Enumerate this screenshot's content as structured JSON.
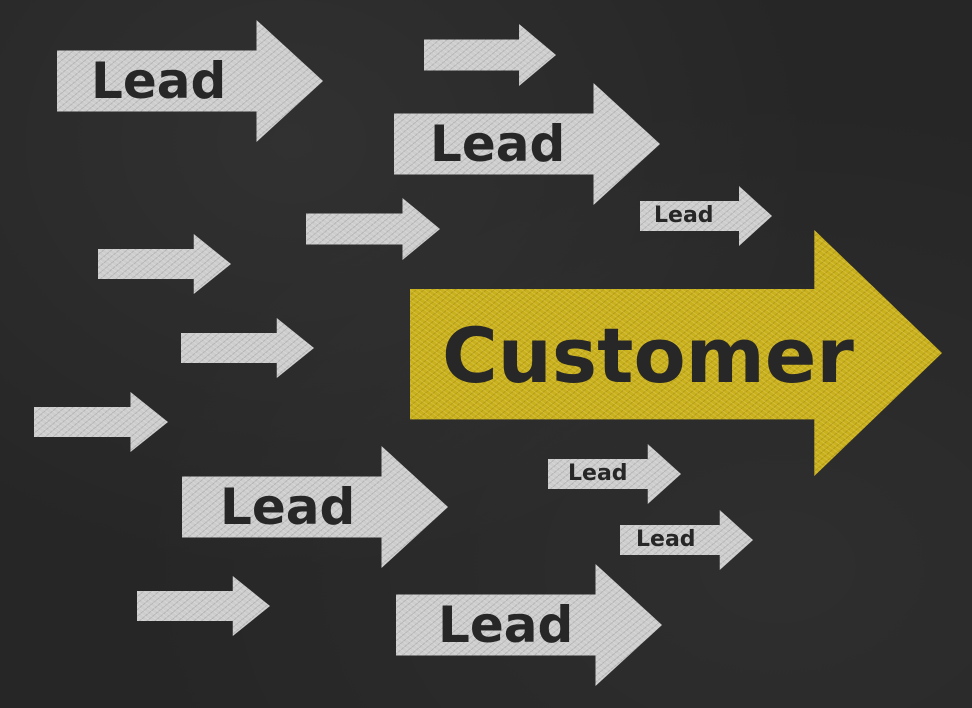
{
  "scene": {
    "background_color": "#262626",
    "chalk_white": "#cdcdcd",
    "chalk_yellow": "#c9b01d",
    "text_color": "#272727"
  },
  "main_arrow": {
    "label": "Customer"
  },
  "lead_arrows": [
    {
      "label": "Lead"
    },
    {
      "label": "Lead"
    },
    {
      "label": "Lead"
    },
    {
      "label": "Lead"
    },
    {
      "label": "Lead"
    },
    {
      "label": "Lead"
    },
    {
      "label": "Lead"
    }
  ]
}
